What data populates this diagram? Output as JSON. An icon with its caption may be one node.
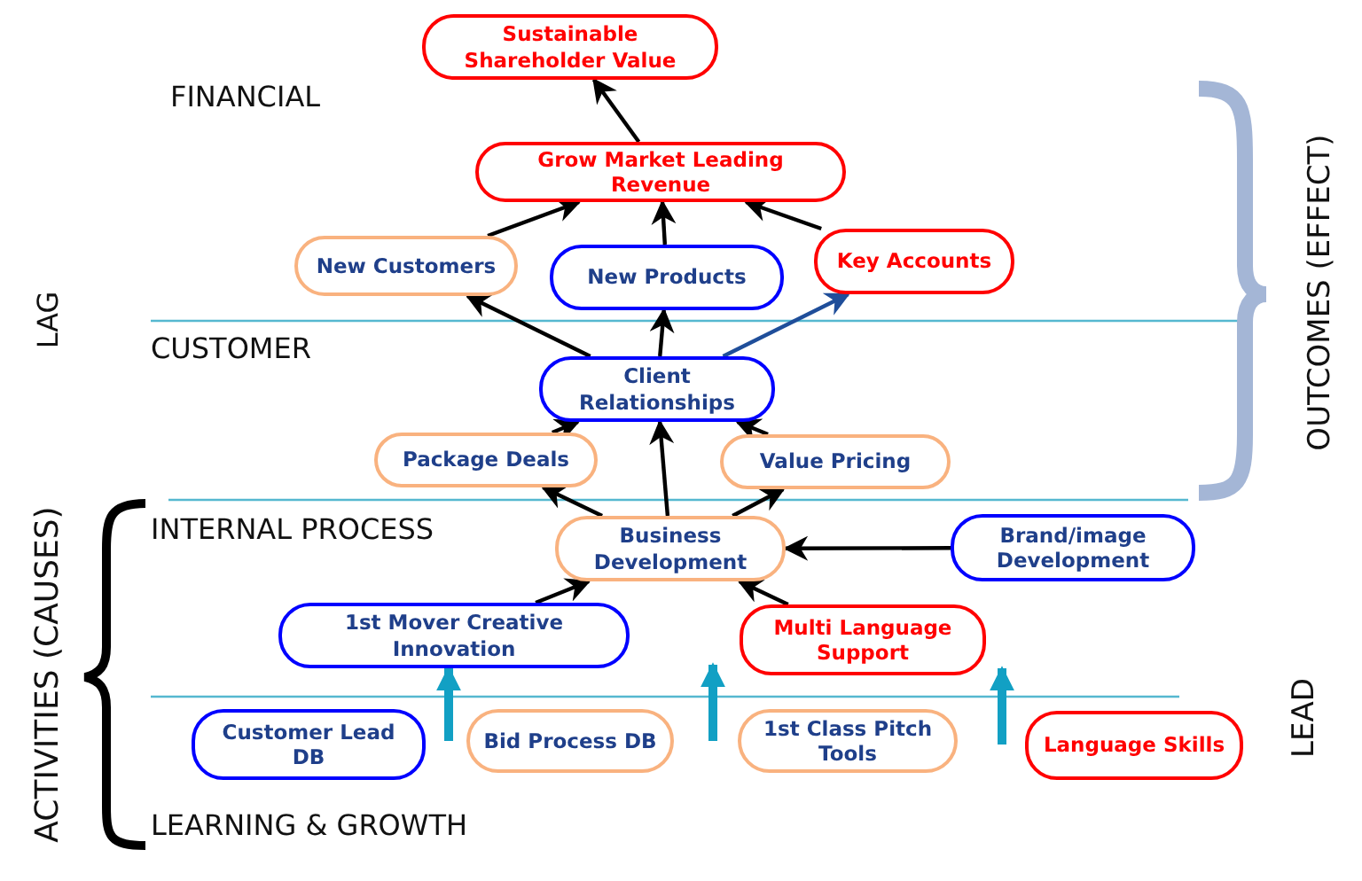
{
  "diagram": {
    "nodes": [
      {
        "text": [
          "Sustainable Shareholder Value"
        ]
      },
      {
        "text": [
          "Grow Market Leading Revenue"
        ]
      },
      {
        "text": [
          "New Customers"
        ]
      },
      {
        "text": [
          "New Products"
        ]
      },
      {
        "text": [
          "Key Accounts"
        ]
      },
      {
        "text": [
          "Client Relationships"
        ]
      },
      {
        "text": [
          "Package Deals"
        ]
      },
      {
        "text": [
          "Value Pricing"
        ]
      },
      {
        "text": [
          "Business Development"
        ]
      },
      {
        "text": [
          "Brand/image Development"
        ]
      },
      {
        "text": [
          "1st Mover Creative Innovation"
        ]
      },
      {
        "text": [
          "Multi Language Support"
        ]
      },
      {
        "text": [
          "Customer Lead DB"
        ]
      },
      {
        "text": [
          "Bid Process DB"
        ]
      },
      {
        "text": [
          "1st Class Pitch Tools"
        ]
      },
      {
        "text": [
          "Language Skills"
        ]
      }
    ],
    "edges": [
      {
        "from": 1,
        "to": 0,
        "arrow": "to"
      },
      {
        "from": 2,
        "to": 1,
        "arrow": "to"
      },
      {
        "from": 3,
        "to": 1,
        "arrow": "to"
      },
      {
        "from": 4,
        "to": 1,
        "arrow": "to"
      },
      {
        "from": 5,
        "to": 2,
        "arrow": "to"
      },
      {
        "from": 5,
        "to": 3,
        "arrow": "to"
      },
      {
        "from": 5,
        "to": 4,
        "arrow": "to",
        "color": "#1f4e9a"
      },
      {
        "from": 6,
        "to": 5,
        "arrow": "to"
      },
      {
        "from": 7,
        "to": 5,
        "arrow": "to"
      },
      {
        "from": 8,
        "to": 6,
        "arrow": "to"
      },
      {
        "from": 8,
        "to": 5,
        "arrow": "to"
      },
      {
        "from": 8,
        "to": 7,
        "arrow": "to"
      },
      {
        "from": 9,
        "to": 8,
        "arrow": "to"
      },
      {
        "from": 10,
        "to": 8,
        "arrow": "to"
      },
      {
        "from": 11,
        "to": 8,
        "arrow": "to"
      }
    ],
    "labels": [
      "FINANCIAL",
      "LAG",
      "CUSTOMER",
      "OUTCOMES (EFFECT)",
      "INTERNAL PROCESS",
      "ACTIVITIES (CAUSES)",
      "LEAD",
      "LEARNING & GROWTH"
    ]
  }
}
